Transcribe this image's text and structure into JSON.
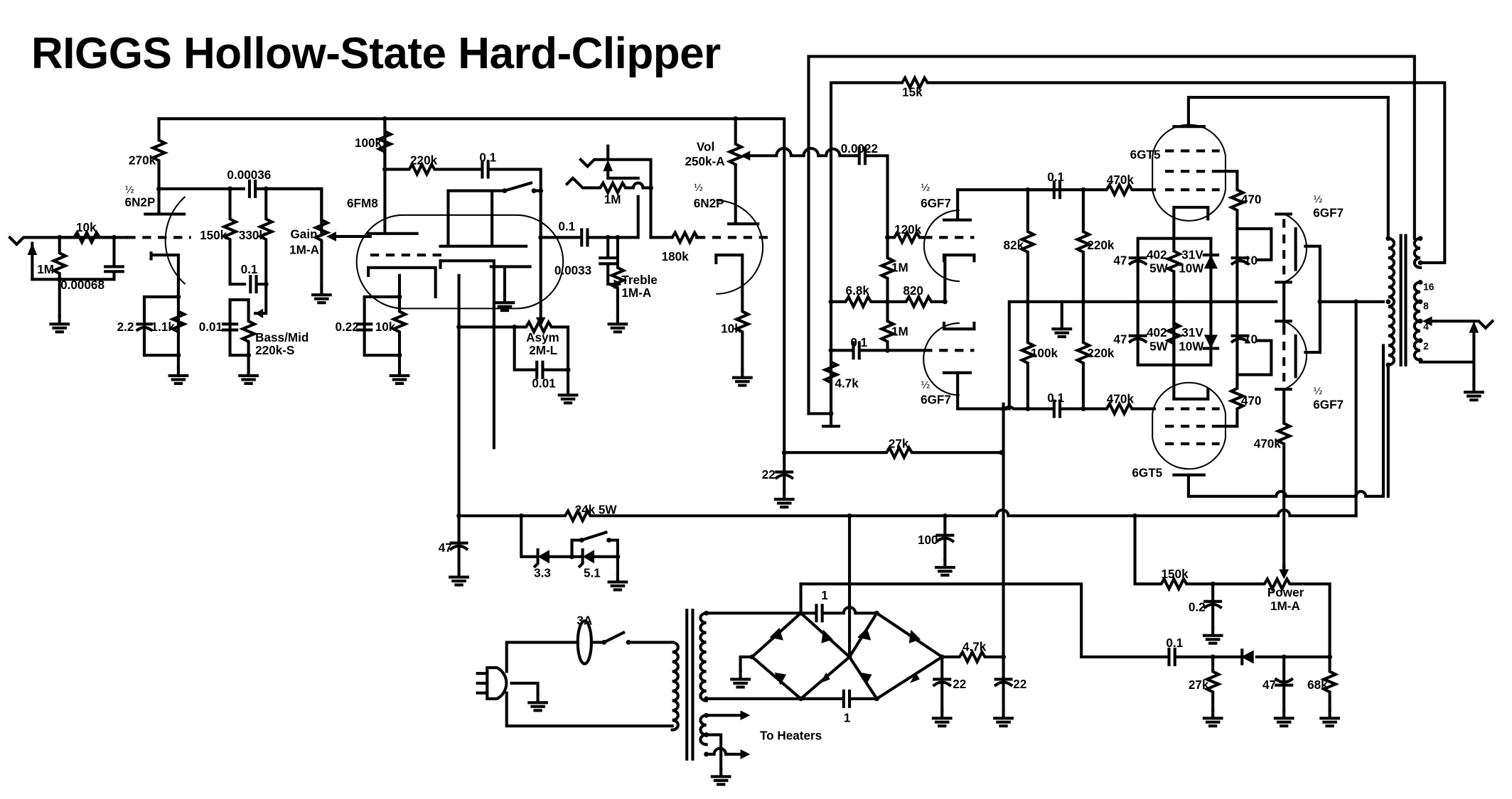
{
  "title": "RIGGS Hollow-State Hard-Clipper",
  "preamp": {
    "input": {
      "grid_stopper": "10k",
      "grid_leak": "1M",
      "shunt_cap": "0.00068"
    },
    "v1a": {
      "half": "½",
      "tube": "6N2P",
      "plate_load": "270k",
      "cathode_cap": "2.2",
      "cathode_res": "1.1k"
    },
    "tone_stack": {
      "coupling_cap": "0.00036",
      "r1": "150k",
      "r2": "330k",
      "cap": "0.1",
      "bass_cap": "0.01",
      "bass_mid_pot": "Bass/Mid",
      "bass_mid_value": "220k-S"
    },
    "gain_pot": {
      "name": "Gain",
      "value": "1M-A"
    },
    "v2": {
      "tube": "6FM8",
      "plate_load": "100k",
      "feedback_res": "220k",
      "feedback_cap": "0.1",
      "cathode_cap": "0.22",
      "cathode_res": "10k"
    },
    "asym_pot": {
      "name": "Asym",
      "value": "2M-L",
      "cap": "0.01"
    },
    "treble": {
      "coupling_cap": "0.1",
      "bright_cap": "0.0033",
      "pot_name": "Treble",
      "pot_value": "1M-A",
      "fx_res": "1M"
    },
    "v1b": {
      "half": "½",
      "tube": "6N2P",
      "grid_res": "180k",
      "cathode_res": "10k"
    },
    "vol_pot": {
      "name": "Vol",
      "value": "250k-A"
    }
  },
  "phase_inverter": {
    "coupling_cap": "0.0022",
    "grid_res": "120k",
    "bias_top": "1M",
    "bias_bottom": "1M",
    "tail_r1": "6.8k",
    "tail_r2": "820",
    "tail_bottom": "4.7k",
    "grid_cap": "0.1",
    "feedback_res": "15k",
    "tube_top": {
      "half": "½",
      "tube": "6GF7"
    },
    "tube_bottom": {
      "half": "½",
      "tube": "6GF7"
    }
  },
  "power_amp": {
    "plate_r_top": "82k",
    "plate_r_bottom": "100k",
    "coupling_caps": [
      "0.1",
      "0.1"
    ],
    "bias_res": [
      "220k",
      "220k"
    ],
    "grid_stoppers": [
      "470k",
      "470k"
    ],
    "screen_res": [
      "470",
      "470"
    ],
    "screen_caps": [
      "10",
      "10"
    ],
    "cathode_caps": [
      "47",
      "47"
    ],
    "cathode_res": [
      {
        "value": "402",
        "power": "5W"
      },
      {
        "value": "402",
        "power": "5W"
      }
    ],
    "zeners": [
      {
        "voltage": "31V",
        "power": "10W"
      },
      {
        "voltage": "31V",
        "power": "10W"
      }
    ],
    "output_tubes": [
      "6GT5",
      "6GT5"
    ],
    "followers": [
      {
        "half": "½",
        "tube": "6GF7"
      },
      {
        "half": "½",
        "tube": "6GF7"
      }
    ],
    "follower_res": "470k",
    "ot_taps": [
      "16",
      "8",
      "4",
      "2"
    ]
  },
  "power_supply": {
    "fuse": "3A",
    "bridge_caps": [
      "1",
      "1"
    ],
    "filter_res": "4.7k",
    "filter_caps": [
      "22",
      "22"
    ],
    "heaters_label": "To Heaters",
    "drop_res": "24k 5W",
    "zeners": [
      "3.3",
      "5.1"
    ],
    "node_caps": [
      "47",
      "100",
      "22"
    ],
    "screen_res": "27k",
    "bias": {
      "res": "150k",
      "cap": "0.2",
      "pot_name": "Power",
      "pot_value": "1M-A",
      "coupling_cap": "0.1",
      "res2": "27k",
      "cap2": "47",
      "res3": "68k"
    }
  }
}
